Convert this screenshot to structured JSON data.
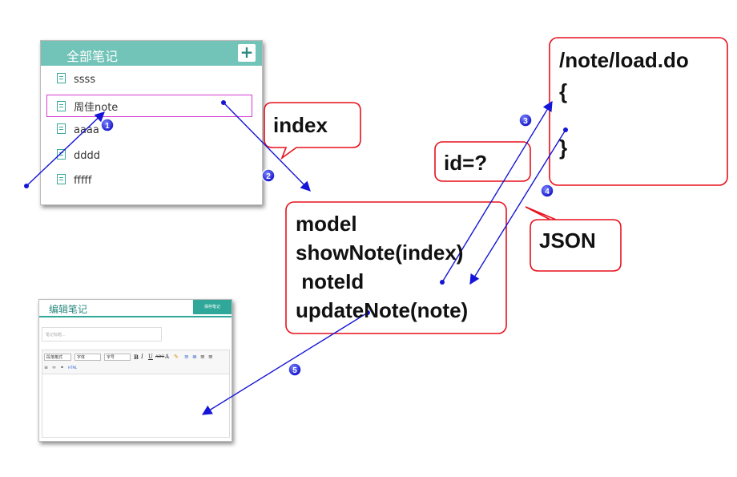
{
  "note_list": {
    "title": "全部笔记",
    "add_label": "+",
    "notes": [
      "ssss",
      "周佳note",
      "aaaa",
      "dddd",
      "fffff"
    ]
  },
  "editor": {
    "title": "编辑笔记",
    "save_label": "保存笔记",
    "title_placeholder": "笔记标题...",
    "toolbar_selects": [
      "段落格式",
      "字体",
      "字号"
    ],
    "toolbar_buttons": [
      "B",
      "I",
      "U",
      "ABC",
      "A",
      "≡",
      "≣",
      "≡",
      "≡"
    ],
    "toolbar_row2": [
      "≡",
      "∞",
      "⚭",
      "HTML"
    ]
  },
  "callouts": {
    "index": "index",
    "id": "id=?",
    "json": "JSON",
    "model_lines": [
      "model",
      "showNote(index)",
      " noteId",
      "updateNote(note)"
    ],
    "load_lines": [
      "/note/load.do",
      "{",
      "}"
    ]
  },
  "steps": [
    "1",
    "2",
    "3",
    "4",
    "5"
  ],
  "colors": {
    "callout_border": "#e8101b",
    "arrow": "#1515d8",
    "header": "#72c3b8",
    "highlight": "#d43bd4"
  }
}
